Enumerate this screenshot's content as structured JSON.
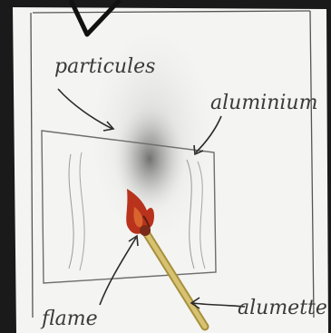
{
  "labels": {
    "particles": "particules",
    "aluminium": "aluminium",
    "flame": "flame",
    "match": "alumette"
  },
  "colors": {
    "paper": "#f4f4f2",
    "ink": "#3a3a3a",
    "soot": "#6b6b6b",
    "flame": "#b8321c",
    "match_stick": "#c9b25a"
  }
}
